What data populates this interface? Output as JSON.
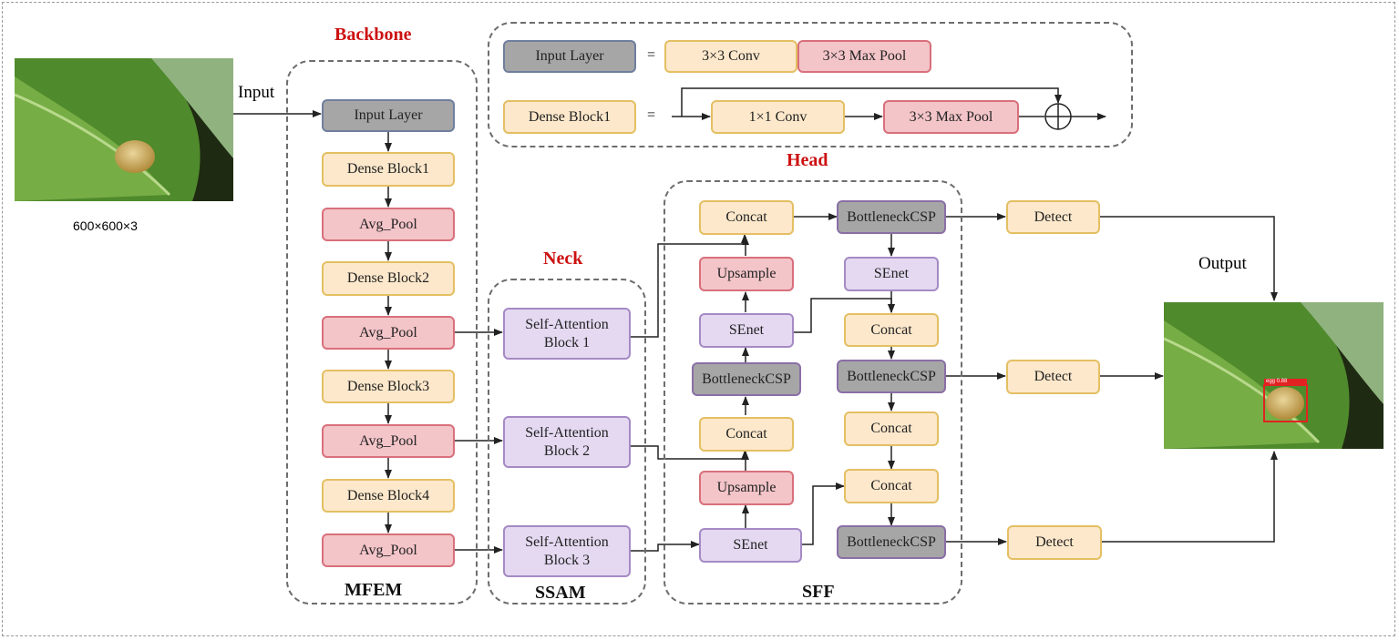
{
  "titles": {
    "backbone": "Backbone",
    "neck": "Neck",
    "head": "Head",
    "mfem": "MFEM",
    "ssam": "SSAM",
    "sff": "SFF"
  },
  "io": {
    "input_label": "Input",
    "input_size": "600×600×3",
    "output_label": "Output",
    "detection_tag": "egg 0.88"
  },
  "legend": {
    "input_layer": "Input Layer",
    "equals_1": "=",
    "conv3": "3×3 Conv",
    "maxpool_top": "3×3 Max Pool",
    "dense_block": "Dense Block1",
    "equals_2": "=",
    "conv1": "1×1 Conv",
    "maxpool_bottom": "3×3 Max Pool",
    "add_symbol": "⊕"
  },
  "backbone": {
    "input_layer": "Input Layer",
    "dense1": "Dense Block1",
    "pool1": "Avg_Pool",
    "dense2": "Dense Block2",
    "pool2": "Avg_Pool",
    "dense3": "Dense Block3",
    "pool3": "Avg_Pool",
    "dense4": "Dense Block4",
    "pool4": "Avg_Pool"
  },
  "neck": {
    "sa1": "Self-Attention Block 1",
    "sa2": "Self-Attention Block 2",
    "sa3": "Self-Attention Block 3"
  },
  "head": {
    "left_col": {
      "concat1": "Concat",
      "upsample1": "Upsample",
      "senet1": "SEnet",
      "bcsp": "BottleneckCSP",
      "concat2": "Concat",
      "upsample2": "Upsample",
      "senet2": "SEnet"
    },
    "right_col": {
      "bcsp1": "BottleneckCSP",
      "senet": "SEnet",
      "concat1": "Concat",
      "bcsp2": "BottleneckCSP",
      "concat2": "Concat",
      "concat3": "Concat",
      "bcsp3": "BottleneckCSP"
    },
    "detect1": "Detect",
    "detect2": "Detect",
    "detect3": "Detect"
  },
  "colors": {
    "gray_fill": "#a6a6a6",
    "cream_fill": "#fde8cb",
    "pink_fill": "#f3c4c8",
    "purple_fill": "#e4d9f1",
    "title_red": "#cc1111"
  }
}
